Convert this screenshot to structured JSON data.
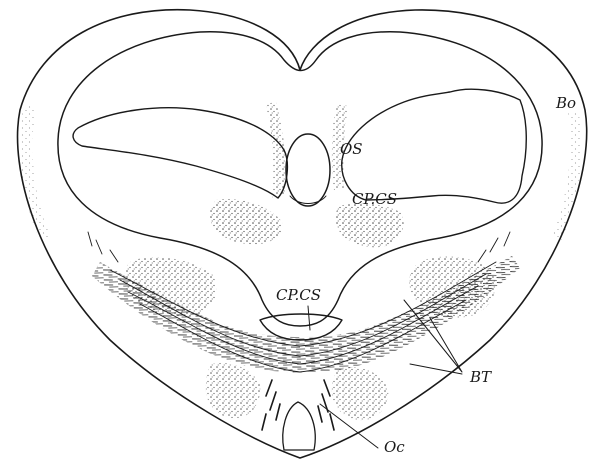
{
  "figure": {
    "ink_color": "#1a1a1a",
    "paper_color": "#ffffff",
    "labels": {
      "bo": "Bo",
      "os": "OS",
      "cp_cs_upper": "CP.CS",
      "cp_cs_center": "CP.CS",
      "bt": "BT",
      "oc": "Oc"
    }
  }
}
